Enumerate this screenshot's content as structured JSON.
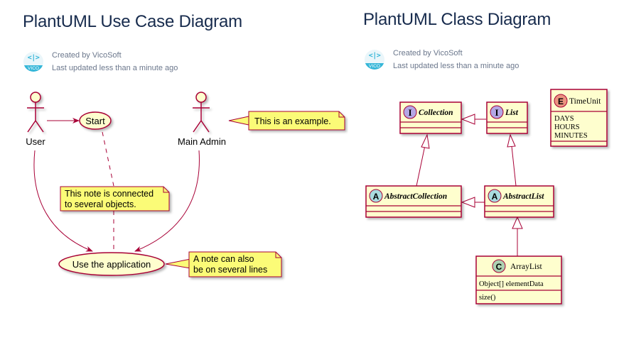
{
  "colors": {
    "title": "#172b4d",
    "meta": "#6b778c",
    "uml_border": "#a80036",
    "uml_fill": "#fefece",
    "note_fill": "#fbfb77",
    "interface_badge": "#b4a7e5",
    "abstract_badge": "#a9dcdf",
    "class_badge": "#add1b2",
    "enum_badge": "#eb937f"
  },
  "pages": [
    {
      "title": "PlantUML Use Case Diagram",
      "avatar": {
        "icon": "code-brackets-icon",
        "code": "<|>",
        "label": "VICO"
      },
      "created_by": "Created by VicoSoft",
      "last_updated": "Last updated less than a minute ago",
      "diagram": {
        "type": "usecase",
        "actors": [
          {
            "id": "user",
            "label": "User"
          },
          {
            "id": "admin",
            "label": "Main Admin"
          }
        ],
        "usecases": [
          {
            "id": "start",
            "label": "Start"
          },
          {
            "id": "use",
            "label": "Use the application"
          }
        ],
        "notes": [
          {
            "id": "example",
            "lines": [
              "This is an example."
            ],
            "attached_to": "admin"
          },
          {
            "id": "connected",
            "lines": [
              "This note is connected",
              "to several objects."
            ],
            "attached_to": [
              "start",
              "use"
            ]
          },
          {
            "id": "multiline",
            "lines": [
              "A note can also",
              "be on several lines"
            ],
            "attached_to": "use"
          }
        ],
        "relations": [
          {
            "from": "user",
            "to": "start",
            "type": "arrow"
          },
          {
            "from": "user",
            "to": "use",
            "type": "arrow"
          },
          {
            "from": "admin",
            "to": "use",
            "type": "arrow"
          }
        ]
      }
    },
    {
      "title": "PlantUML Class Diagram",
      "avatar": {
        "icon": "code-brackets-icon",
        "code": "<|>",
        "label": "VICO"
      },
      "created_by": "Created by VicoSoft",
      "last_updated": "Last updated less than a minute ago",
      "diagram": {
        "type": "class",
        "classes": [
          {
            "id": "collection",
            "name": "Collection",
            "stereotype": "I",
            "kind": "interface",
            "fields": [],
            "methods": []
          },
          {
            "id": "list",
            "name": "List",
            "stereotype": "I",
            "kind": "interface",
            "fields": [],
            "methods": []
          },
          {
            "id": "timeunit",
            "name": "TimeUnit",
            "stereotype": "E",
            "kind": "enum",
            "fields": [
              "DAYS",
              "HOURS",
              "MINUTES"
            ],
            "methods": []
          },
          {
            "id": "abstractcollection",
            "name": "AbstractCollection",
            "stereotype": "A",
            "kind": "abstract",
            "fields": [],
            "methods": []
          },
          {
            "id": "abstractlist",
            "name": "AbstractList",
            "stereotype": "A",
            "kind": "abstract",
            "fields": [],
            "methods": []
          },
          {
            "id": "arraylist",
            "name": "ArrayList",
            "stereotype": "C",
            "kind": "class",
            "fields": [
              "Object[] elementData"
            ],
            "methods": [
              "size()"
            ]
          }
        ],
        "relations": [
          {
            "from": "list",
            "to": "collection",
            "type": "extends"
          },
          {
            "from": "abstractcollection",
            "to": "collection",
            "type": "implements"
          },
          {
            "from": "abstractlist",
            "to": "list",
            "type": "implements"
          },
          {
            "from": "abstractlist",
            "to": "abstractcollection",
            "type": "extends"
          },
          {
            "from": "arraylist",
            "to": "abstractlist",
            "type": "extends"
          }
        ]
      }
    }
  ]
}
